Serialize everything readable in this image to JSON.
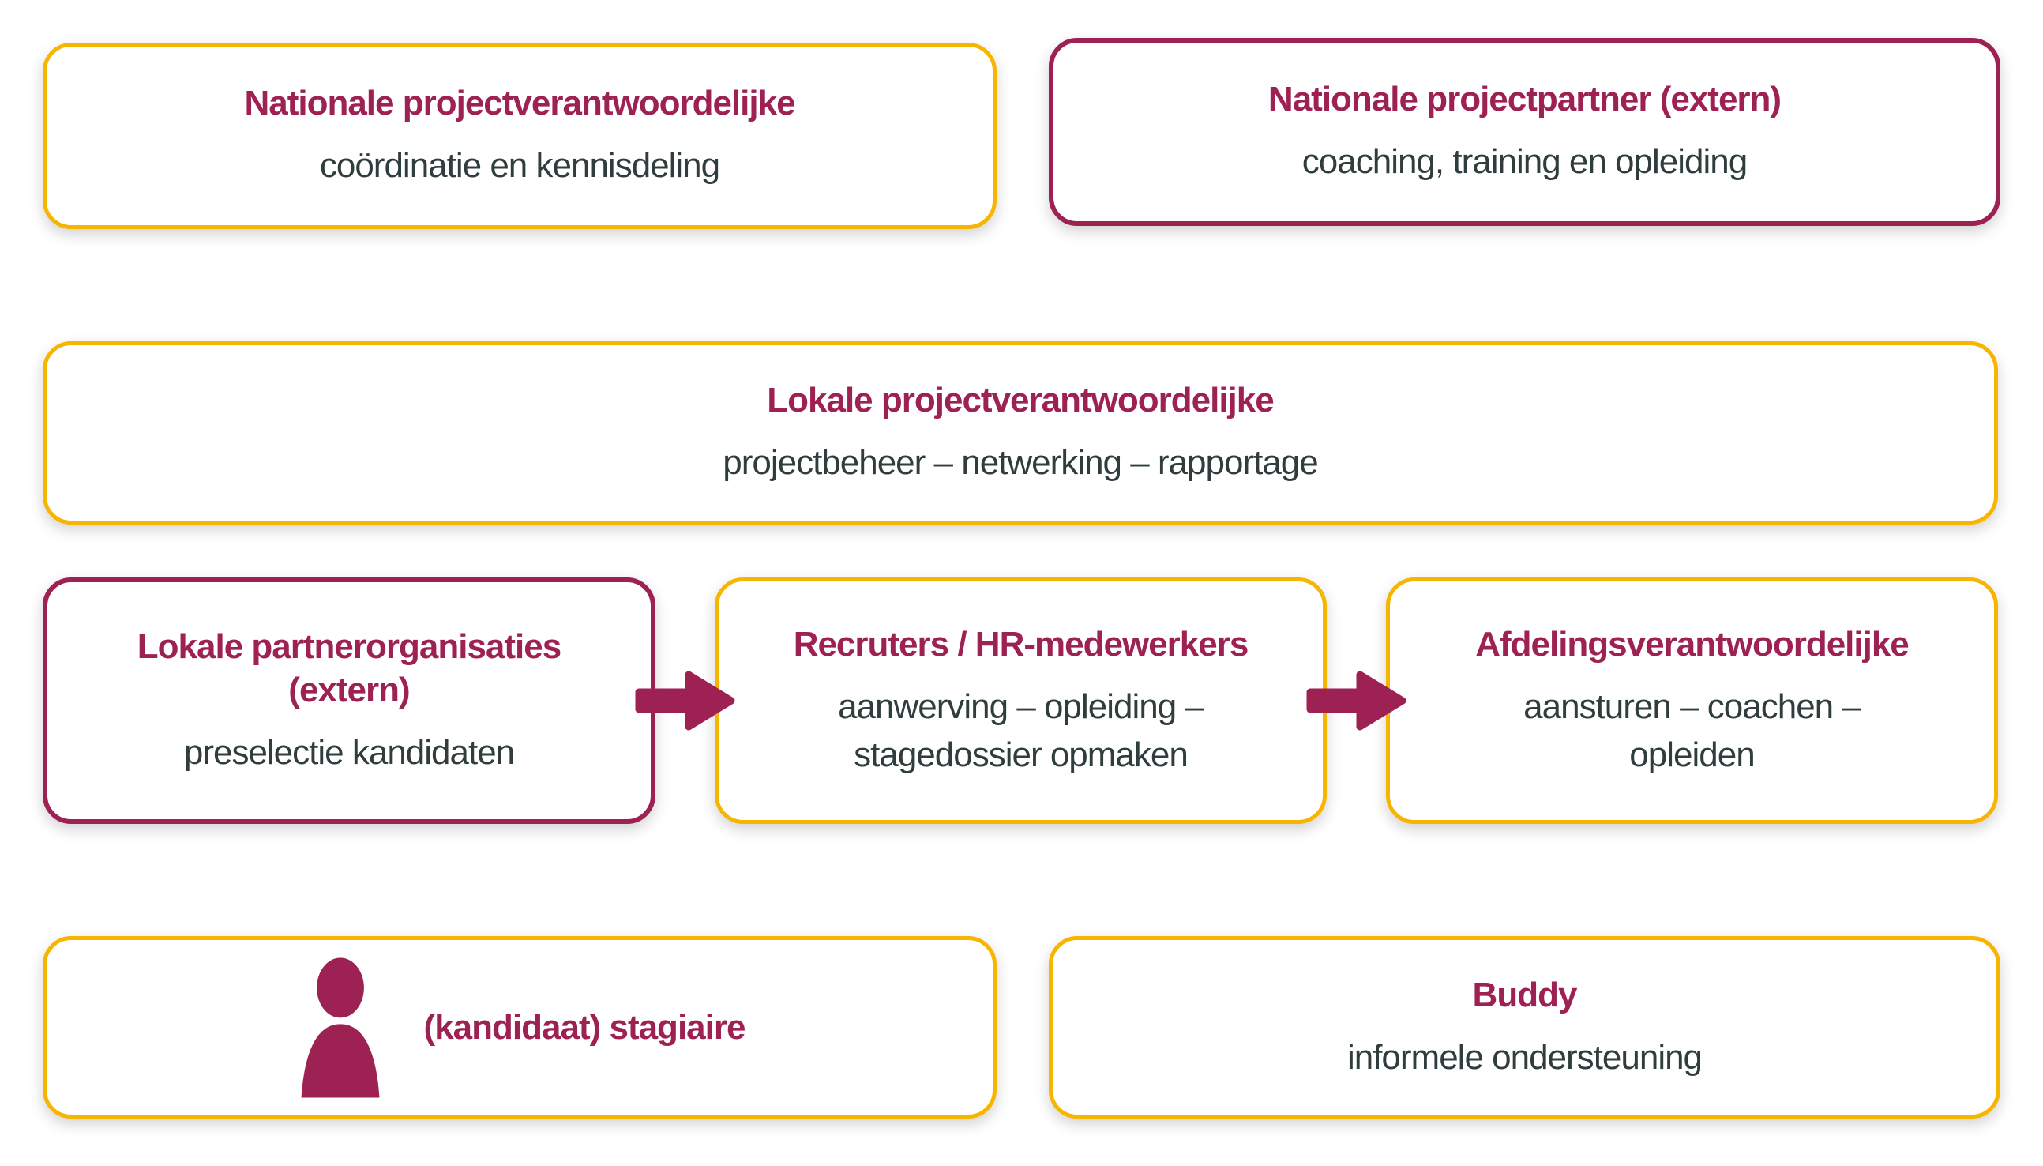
{
  "diagram": {
    "colors": {
      "maroon": "#9E2153",
      "yellow": "#F7B500",
      "subtitle": "#2F3E3C",
      "background": "#FFFFFF"
    },
    "boxes": {
      "national_lead": {
        "title": "Nationale projectverantwoordelijke",
        "subtitle": "coördinatie en kennisdeling"
      },
      "national_partner": {
        "title": "Nationale projectpartner (extern)",
        "subtitle": "coaching, training en opleiding"
      },
      "local_lead": {
        "title": "Lokale projectverantwoordelijke",
        "subtitle": "projectbeheer – netwerking – rapportage"
      },
      "local_partners": {
        "title": "Lokale partnerorganisaties\n(extern)",
        "subtitle": "preselectie kandidaten"
      },
      "recruiters": {
        "title": "Recruters / HR-medewerkers",
        "subtitle": "aanwerving – opleiding –\nstagedossier opmaken"
      },
      "department_lead": {
        "title": "Afdelingsverantwoordelijke",
        "subtitle": "aansturen – coachen –\nopleiden"
      },
      "intern": {
        "title": "(kandidaat) stagiaire",
        "icon": "person-icon"
      },
      "buddy": {
        "title": "Buddy",
        "subtitle": "informele ondersteuning"
      }
    },
    "arrows": [
      {
        "from": "local_partners",
        "to": "recruiters",
        "icon": "arrow-right-icon"
      },
      {
        "from": "recruiters",
        "to": "department_lead",
        "icon": "arrow-right-icon"
      }
    ]
  }
}
